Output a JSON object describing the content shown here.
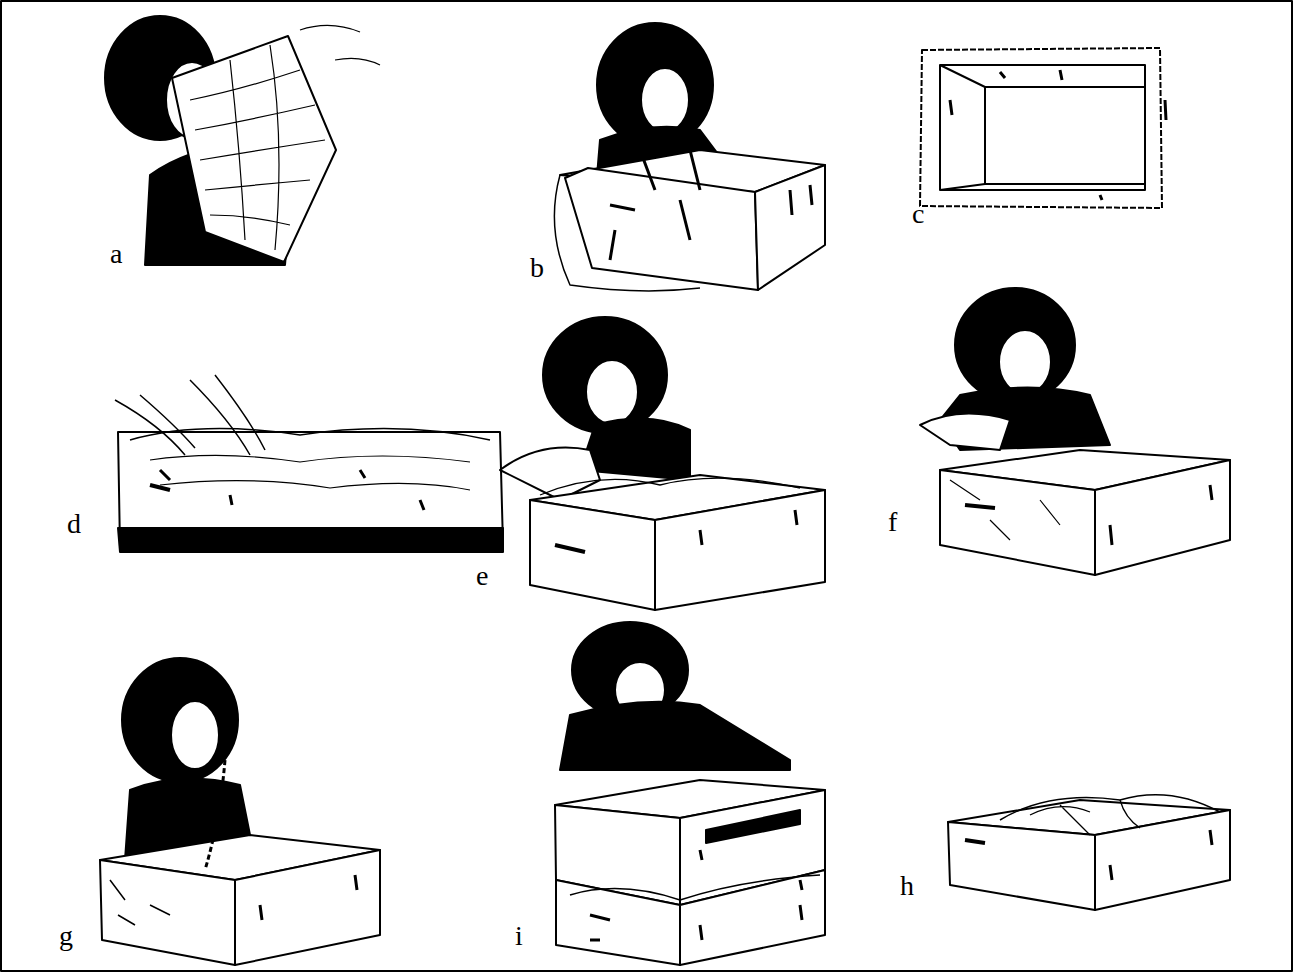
{
  "diagram": {
    "labels": [
      "a",
      "b",
      "c",
      "d",
      "e",
      "f",
      "g",
      "i",
      "h"
    ]
  }
}
